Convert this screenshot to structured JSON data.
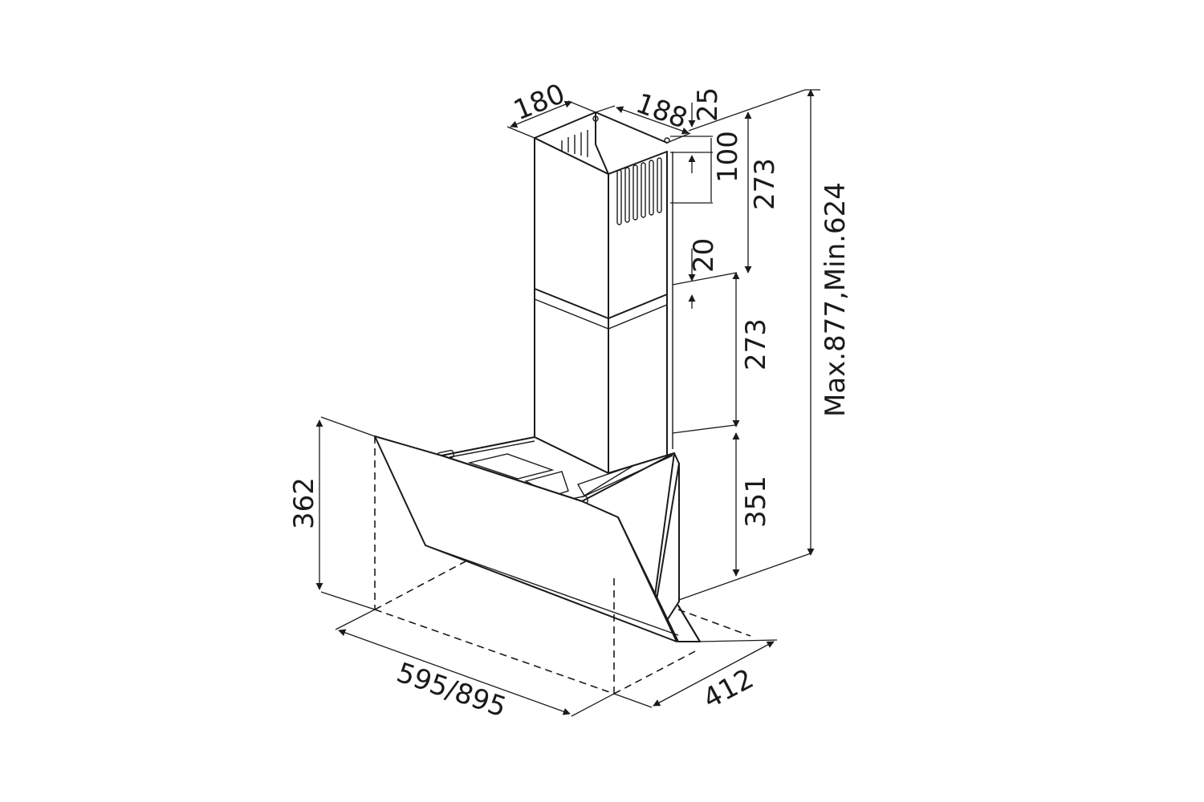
{
  "dimensions": {
    "chimney_width": "180",
    "chimney_depth": "188",
    "vent_offset": "25",
    "vent_height": "100",
    "upper_chimney_height": "273",
    "overlap": "20",
    "lower_chimney_height": "273",
    "hood_body_height": "351",
    "total_height": "Max.877,Min.624",
    "glass_height": "362",
    "hood_width": "595/895",
    "hood_depth": "412"
  }
}
